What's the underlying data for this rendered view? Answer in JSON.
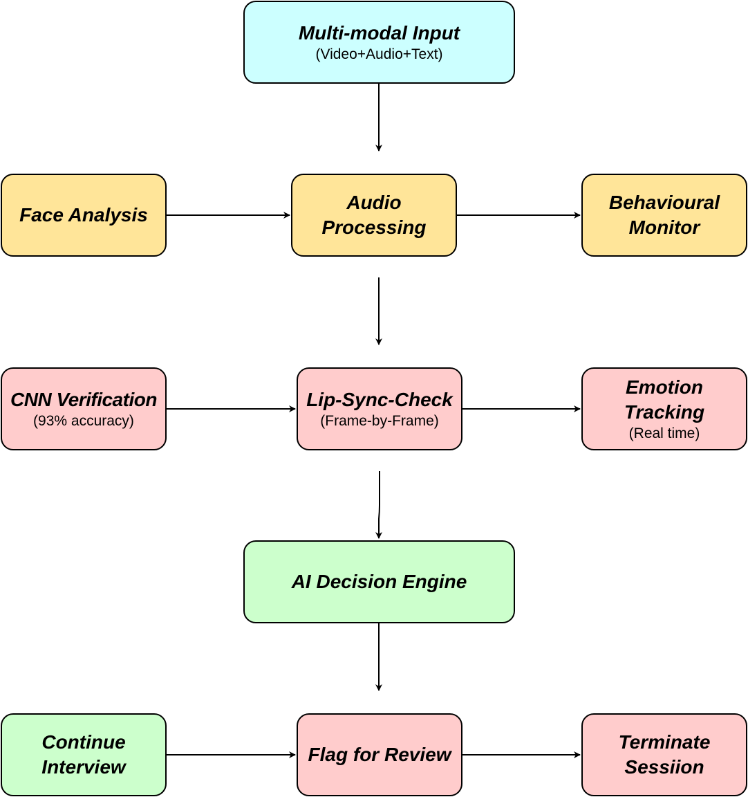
{
  "nodes": {
    "multimodal_input": {
      "title": "Multi-modal Input",
      "sub": "(Video+Audio+Text)"
    },
    "face_analysis": {
      "title": "Face Analysis"
    },
    "audio_processing": {
      "title_l1": "Audio",
      "title_l2": "Processing"
    },
    "behavioural_monitor": {
      "title_l1": "Behavioural",
      "title_l2": "Monitor"
    },
    "cnn_verification": {
      "title": "CNN Verification",
      "sub": "(93% accuracy)"
    },
    "lip_sync_check": {
      "title": "Lip-Sync-Check",
      "sub": "(Frame-by-Frame)"
    },
    "emotion_tracking": {
      "title_l1": "Emotion",
      "title_l2": "Tracking",
      "sub": "(Real time)"
    },
    "ai_decision_engine": {
      "title": "AI Decision Engine"
    },
    "continue_interview": {
      "title_l1": "Continue",
      "title_l2": "Interview"
    },
    "flag_for_review": {
      "title": "Flag for Review"
    },
    "terminate_session": {
      "title_l1": "Terminate",
      "title_l2": "Sessiion"
    }
  },
  "colors": {
    "input": "#ccffff",
    "processing": "#ffe599",
    "verification": "#ffcccc",
    "decision": "#ccffcc"
  },
  "edges": [
    {
      "from": "multimodal_input",
      "to": "audio_processing"
    },
    {
      "from": "face_analysis",
      "to": "audio_processing"
    },
    {
      "from": "audio_processing",
      "to": "behavioural_monitor"
    },
    {
      "from": "audio_processing",
      "to": "lip_sync_check"
    },
    {
      "from": "cnn_verification",
      "to": "lip_sync_check"
    },
    {
      "from": "lip_sync_check",
      "to": "emotion_tracking"
    },
    {
      "from": "lip_sync_check",
      "to": "ai_decision_engine"
    },
    {
      "from": "ai_decision_engine",
      "to": "flag_for_review"
    },
    {
      "from": "continue_interview",
      "to": "flag_for_review"
    },
    {
      "from": "flag_for_review",
      "to": "terminate_session"
    }
  ]
}
